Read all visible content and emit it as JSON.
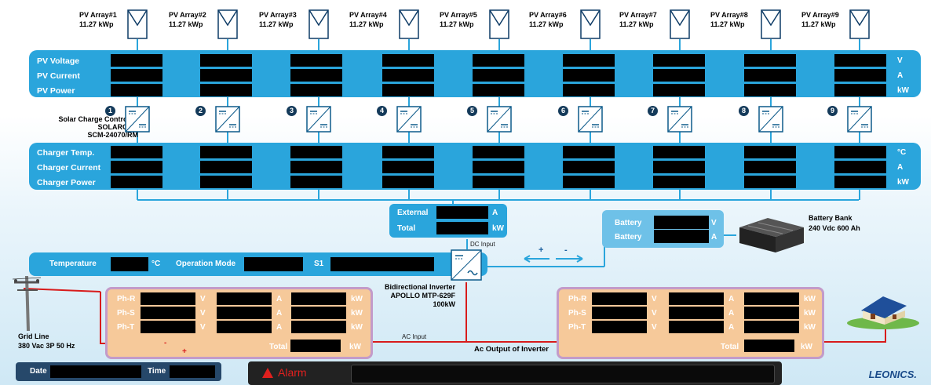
{
  "arrays": [
    {
      "name": "PV Array#1",
      "power": "11.27 kWp",
      "num": "1"
    },
    {
      "name": "PV Array#2",
      "power": "11.27 kWp",
      "num": "2"
    },
    {
      "name": "PV Array#3",
      "power": "11.27 kWp",
      "num": "3"
    },
    {
      "name": "PV Array#4",
      "power": "11.27 kWp",
      "num": "4"
    },
    {
      "name": "PV Array#5",
      "power": "11.27 kWp",
      "num": "5"
    },
    {
      "name": "PV Array#6",
      "power": "11.27 kWp",
      "num": "6"
    },
    {
      "name": "PV Array#7",
      "power": "11.27 kWp",
      "num": "7"
    },
    {
      "name": "PV Array#8",
      "power": "11.27 kWp",
      "num": "8"
    },
    {
      "name": "PV Array#9",
      "power": "11.27 kWp",
      "num": "9"
    }
  ],
  "pv_band": {
    "labels": [
      "PV Voltage",
      "PV Current",
      "PV Power"
    ],
    "units": [
      "V",
      "A",
      "kW"
    ]
  },
  "controller": {
    "line1": "Solar Charge Controller",
    "line2": "SOLARCON",
    "line3": "SCM-24070/RM"
  },
  "charger_band": {
    "labels": [
      "Charger Temp.",
      "Charger Current",
      "Charger Power"
    ],
    "units": [
      "°C",
      "A",
      "kW"
    ]
  },
  "dc_panel": {
    "external_label": "External",
    "external_unit": "A",
    "total_label": "Total",
    "total_unit": "kW",
    "dc_input": "DC Input"
  },
  "battery_panel": {
    "label1": "Battery",
    "unit1": "V",
    "label2": "Battery",
    "unit2": "A"
  },
  "battery_bank": {
    "line1": "Battery Bank",
    "line2": "240 Vdc 600 Ah"
  },
  "status_bar": {
    "temperature": "Temperature",
    "temp_unit": "°C",
    "mode": "Operation Mode",
    "s1": "S1"
  },
  "dir_signs": {
    "plus": "+",
    "minus": "-"
  },
  "inverter": {
    "line1": "Bidirectional Inverter",
    "line2": "APOLLO MTP-629F",
    "line3": "100kW"
  },
  "grid_panel": {
    "phases": [
      "Ph-R",
      "Ph-S",
      "Ph-T"
    ],
    "units": [
      "V",
      "A",
      "kW"
    ],
    "total": "Total",
    "total_unit": "kW"
  },
  "output_panel": {
    "phases": [
      "Ph-R",
      "Ph-S",
      "Ph-T"
    ],
    "units": [
      "V",
      "A",
      "kW"
    ],
    "total": "Total",
    "total_unit": "kW"
  },
  "grid_line": {
    "line1": "Grid Line",
    "line2": "380 Vac 3P 50 Hz"
  },
  "ac_input": "AC Input",
  "ac_output": "Ac Output of Inverter",
  "datetime": {
    "date": "Date",
    "time": "Time"
  },
  "alarm": "Alarm",
  "logo": "LEONICS.",
  "colors": {
    "band": "#2aa5dc",
    "peach": "#f6c99a",
    "line_red": "#d81b1b",
    "line_blue": "#2aa5dc"
  }
}
